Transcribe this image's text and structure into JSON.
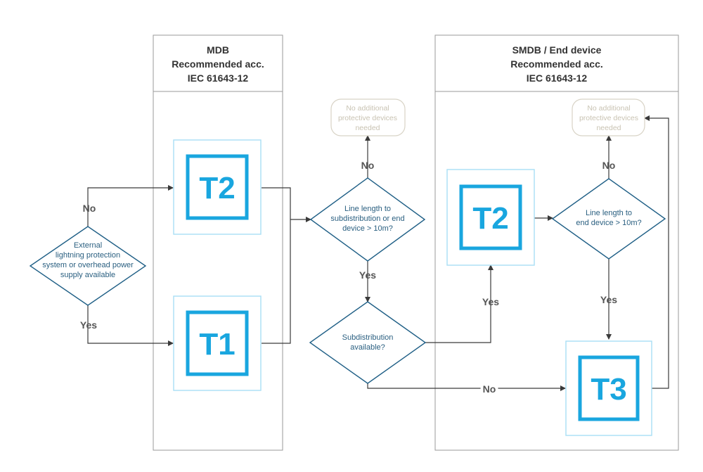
{
  "panels": {
    "mdb": {
      "line1": "MDB",
      "line2": "Recommended acc.",
      "line3": "IEC 61643-12"
    },
    "smdb": {
      "line1": "SMDB / End device",
      "line2": "Recommended acc.",
      "line3": "IEC 61643-12"
    }
  },
  "decisions": {
    "external": {
      "line1": "External",
      "line2": "lightning protection",
      "line3": "system or overhead power",
      "line4": "supply available"
    },
    "line_length_sub": {
      "line1": "Line length to",
      "line2": "subdistribution or end",
      "line3": "device > 10m?"
    },
    "subdistribution": {
      "line1": "Subdistribution",
      "line2": "available?"
    },
    "line_length_end": {
      "line1": "Line length to",
      "line2": "end device > 10m?"
    }
  },
  "terminals": {
    "no_additional_1": {
      "line1": "No additional",
      "line2": "protective devices",
      "line3": "needed"
    },
    "no_additional_2": {
      "line1": "No additional",
      "line2": "protective devices",
      "line3": "needed"
    }
  },
  "devices": {
    "t2_mdb": "T2",
    "t1_mdb": "T1",
    "t2_smdb": "T2",
    "t3_smdb": "T3"
  },
  "edge_labels": {
    "external_no": "No",
    "external_yes": "Yes",
    "line_sub_no": "No",
    "line_sub_yes": "Yes",
    "sub_yes": "Yes",
    "sub_no": "No",
    "line_end_no": "No",
    "line_end_yes": "Yes"
  },
  "colors": {
    "panel_border": "#9a9a9a",
    "connector": "#3a3a3a",
    "decision_border": "#1f5f86",
    "device_blue": "#19a6df",
    "device_frame": "#a9def4",
    "terminal_text": "#c9c3b3",
    "terminal_border": "#d8d3c6",
    "text": "#333333",
    "label": "#555555"
  }
}
